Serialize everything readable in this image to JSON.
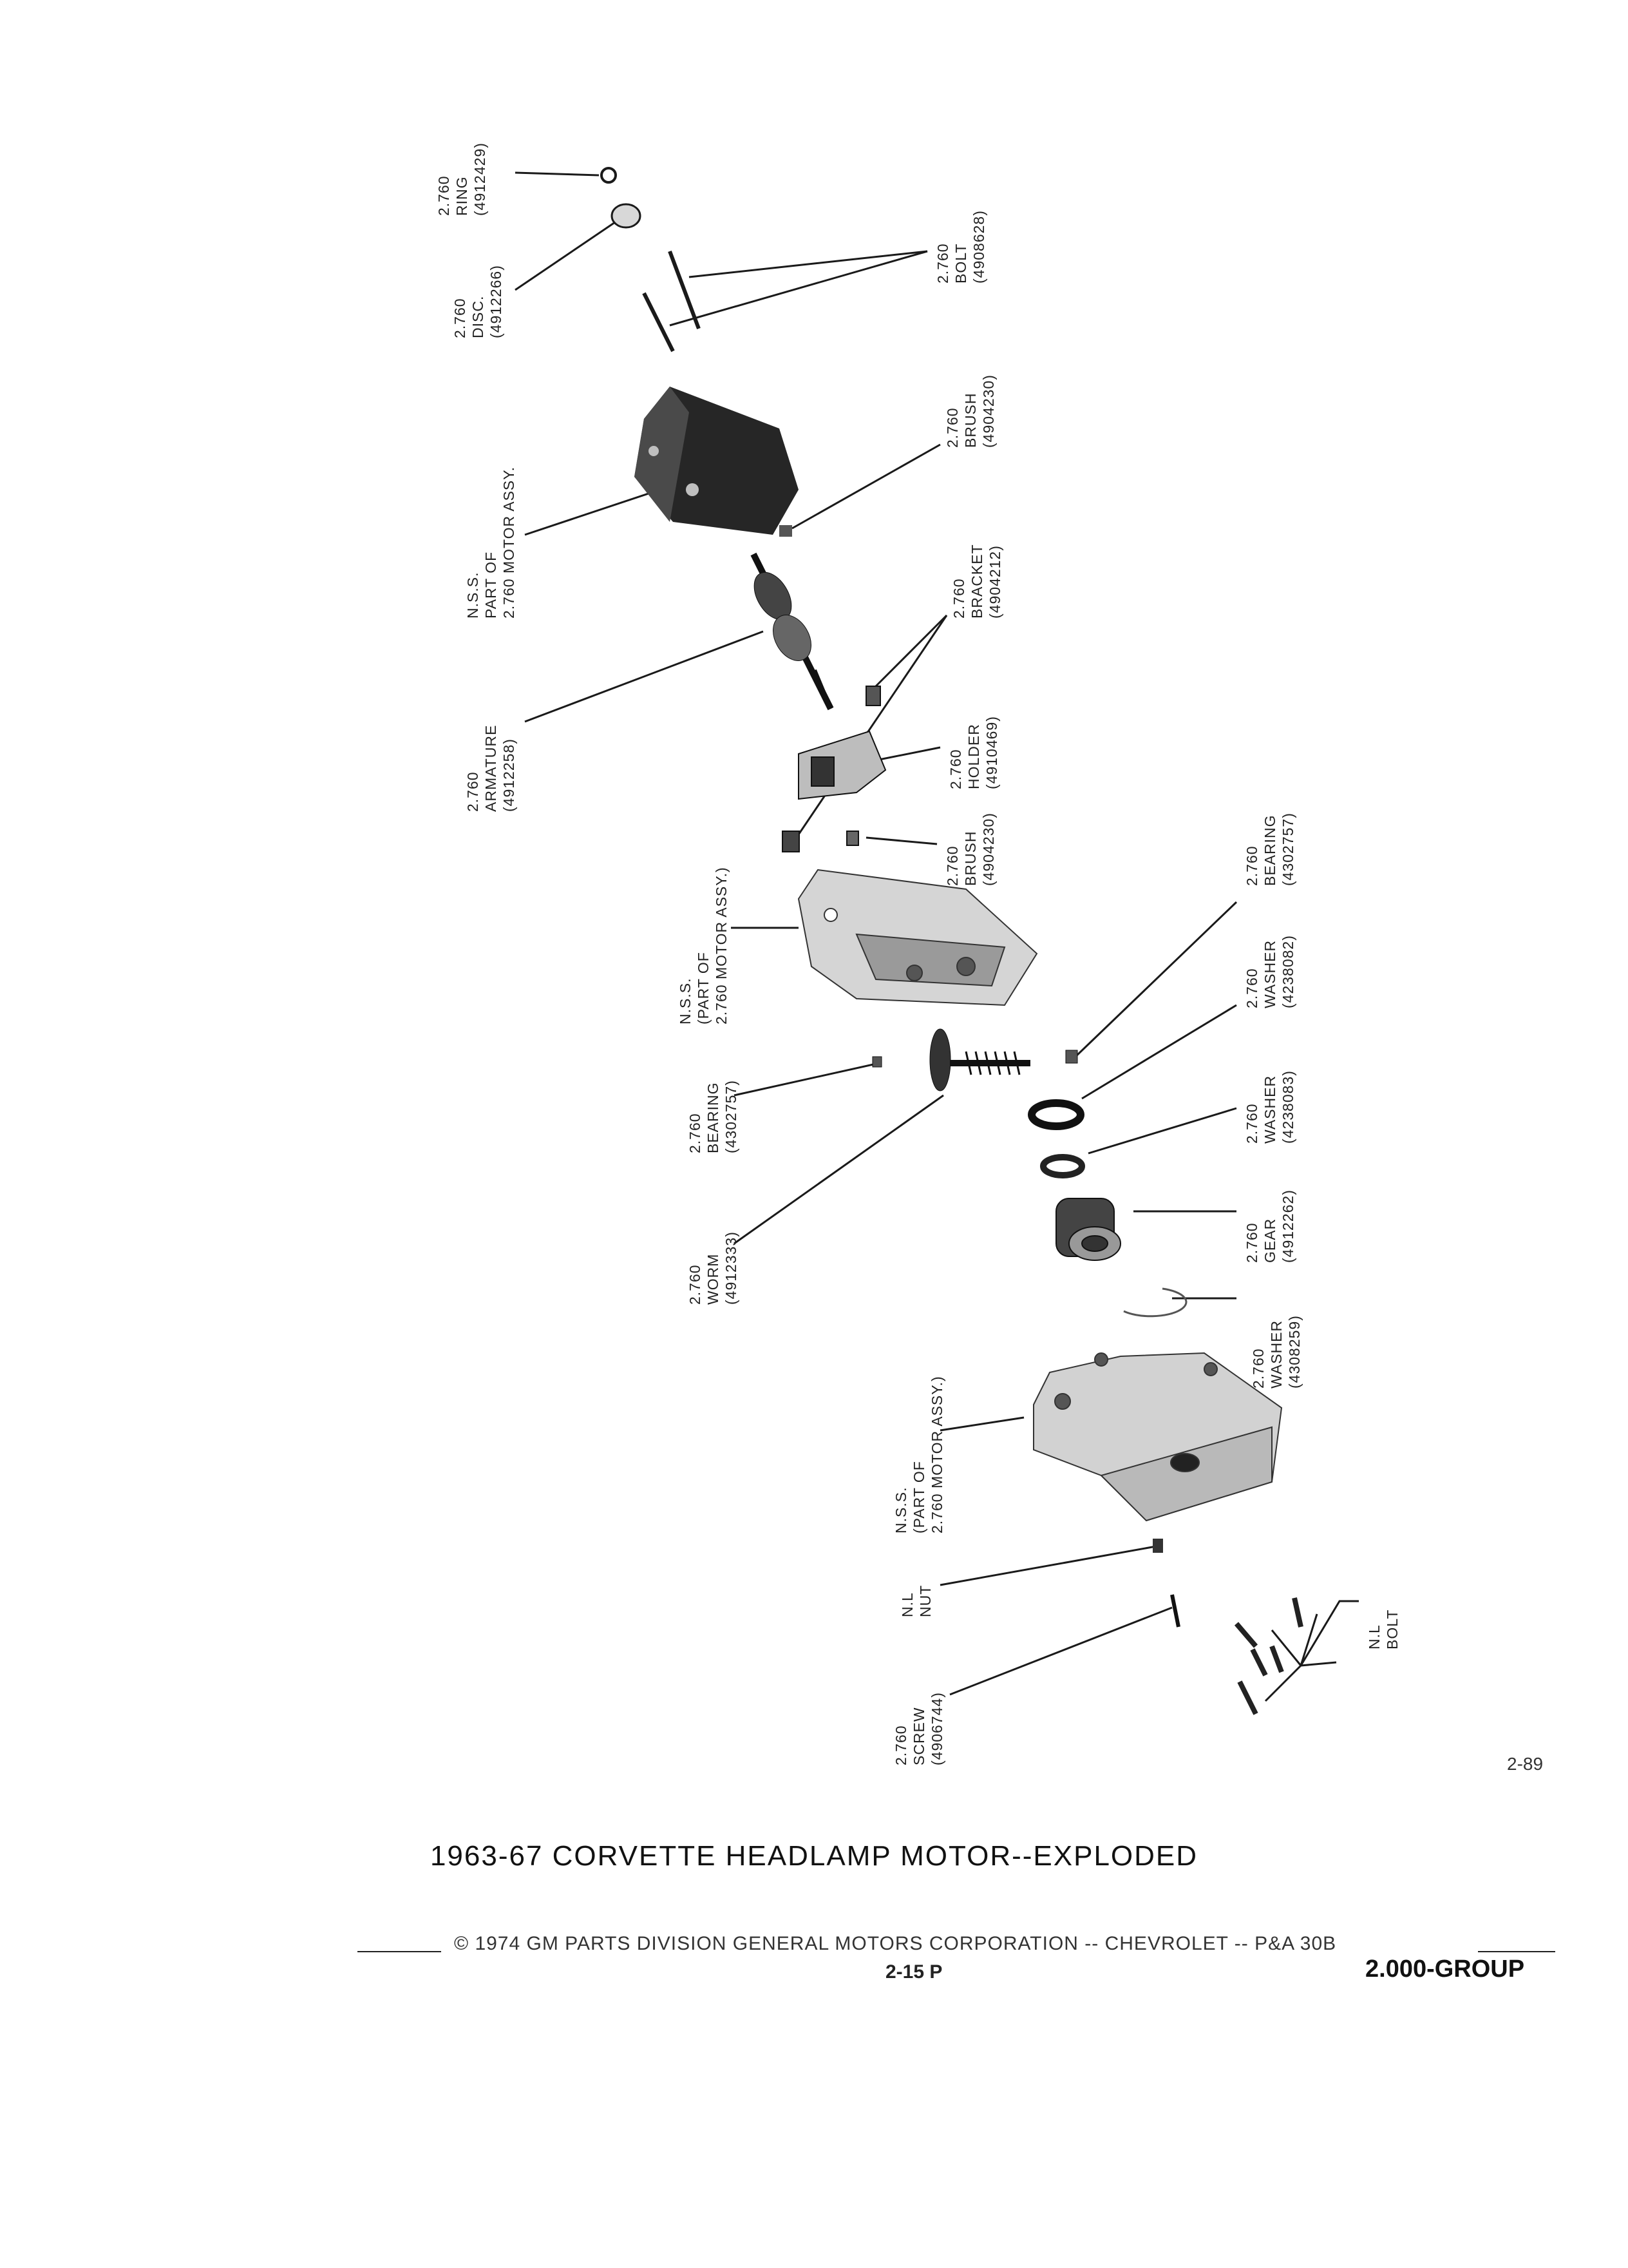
{
  "labels": {
    "ring": [
      "2.760",
      "RING",
      "(4912429)"
    ],
    "disc": [
      "2.760",
      "DISC.",
      "(4912266)"
    ],
    "bolt_top": [
      "2.760",
      "BOLT",
      "(4908628)"
    ],
    "nss_motor_housing": [
      "N.S.S.",
      "PART OF",
      "2.760 MOTOR ASSY."
    ],
    "brush_top": [
      "2.760",
      "BRUSH",
      "(4904230)"
    ],
    "armature": [
      "2.760",
      "ARMATURE",
      "(4912258)"
    ],
    "bracket": [
      "2.760",
      "BRACKET",
      "(4904212)"
    ],
    "holder": [
      "2.760",
      "HOLDER",
      "(4910469)"
    ],
    "brush_mid": [
      "2.760",
      "BRUSH",
      "(4904230)"
    ],
    "nss_mid": [
      "N.S.S.",
      "(PART OF",
      "2.760 MOTOR ASSY.)"
    ],
    "bearing_right": [
      "2.760",
      "BEARING",
      "(4302757)"
    ],
    "washer_1": [
      "2.760",
      "WASHER",
      "(4238082)"
    ],
    "washer_2": [
      "2.760",
      "WASHER",
      "(4238083)"
    ],
    "gear": [
      "2.760",
      "GEAR",
      "(4912262)"
    ],
    "washer_3": [
      "2.760",
      "WASHER",
      "(4308259)"
    ],
    "bearing_left": [
      "2.760",
      "BEARING",
      "(4302757)"
    ],
    "worm": [
      "2.760",
      "WORM",
      "(4912333)"
    ],
    "nss_lower": [
      "N.S.S.",
      "(PART OF",
      "2.760 MOTOR ASSY.)"
    ],
    "nut": [
      "N.L",
      "NUT"
    ],
    "screw": [
      "2.760",
      "SCREW",
      "(4906744)"
    ],
    "bolt_nl": [
      "N.L",
      "BOLT"
    ]
  },
  "figure_number": "2-89",
  "caption": "1963-67 CORVETTE HEADLAMP MOTOR--EXPLODED",
  "footer": {
    "copyright": "© 1974 GM PARTS DIVISION GENERAL MOTORS CORPORATION -- CHEVROLET -- P&A 30B",
    "page": "2-15 P",
    "group": "2.000-GROUP"
  }
}
